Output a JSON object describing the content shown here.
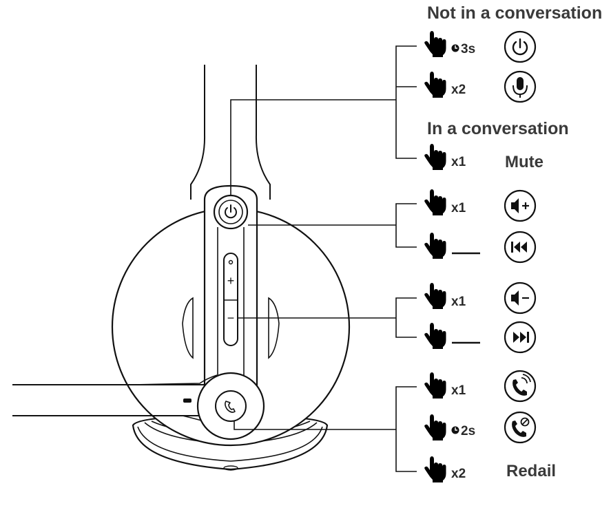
{
  "headings": {
    "not_in_conversation": "Not in a conversation",
    "in_conversation": "In a conversation"
  },
  "labels": {
    "mute": "Mute",
    "redial": "Redail"
  },
  "gestures": {
    "hold_3s": "3s",
    "hold_2s": "2s",
    "x1": "x1",
    "x2": "x2"
  },
  "device": {
    "plus_mark": "+",
    "minus_mark": "−"
  },
  "rows": [
    {
      "gesture": "press-hold",
      "duration": "3s",
      "result_icon": "power-icon"
    },
    {
      "gesture": "double-press",
      "count": "x2",
      "result_icon": "microphone-icon"
    },
    {
      "gesture": "single-press",
      "count": "x1",
      "result_text": "Mute"
    },
    {
      "gesture": "single-press",
      "count": "x1",
      "result_icon": "volume-up-icon"
    },
    {
      "gesture": "long-press",
      "result_icon": "previous-track-icon"
    },
    {
      "gesture": "single-press",
      "count": "x1",
      "result_icon": "volume-down-icon"
    },
    {
      "gesture": "long-press",
      "result_icon": "next-track-icon"
    },
    {
      "gesture": "single-press",
      "count": "x1",
      "result_icon": "answer-call-icon"
    },
    {
      "gesture": "press-hold",
      "duration": "2s",
      "result_icon": "reject-call-icon"
    },
    {
      "gesture": "double-press",
      "count": "x2",
      "result_text": "Redail"
    }
  ],
  "colors": {
    "line": "#111111",
    "text": "#3a3a3a"
  }
}
